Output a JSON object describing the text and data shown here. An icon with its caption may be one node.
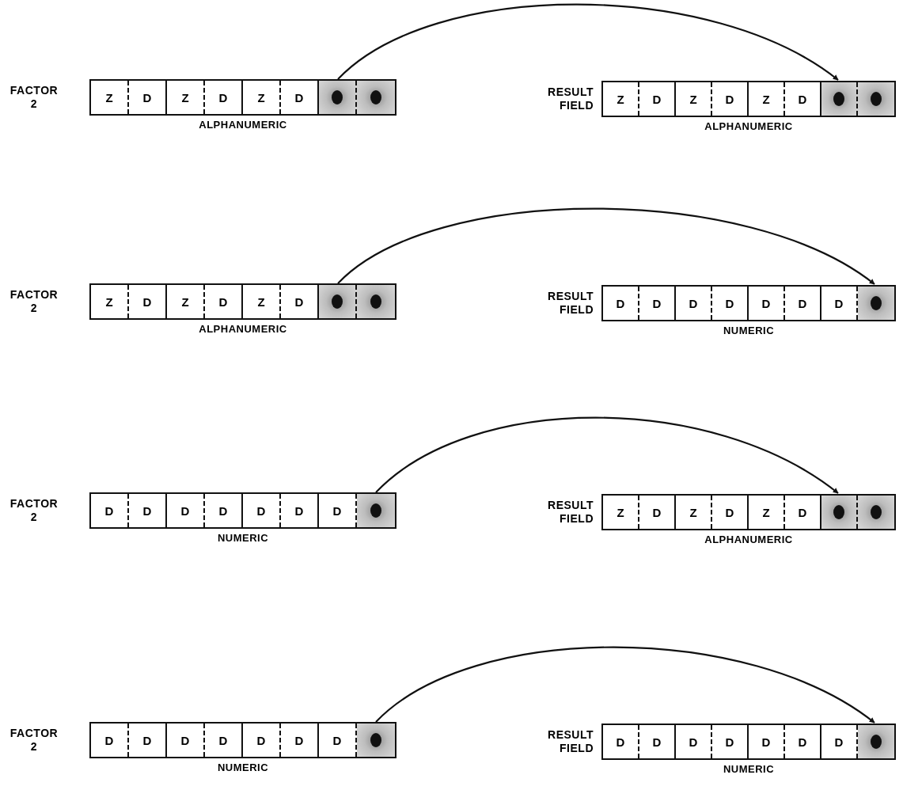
{
  "diagram": {
    "nodes": [
      {
        "text": [
          "FACTOR 2"
        ],
        "beside": [
          "ALPHANUMERIC"
        ]
      },
      {
        "text": [
          "Z"
        ],
        "in": 0
      },
      {
        "text": [
          "D"
        ],
        "in": 0
      },
      {
        "text": [
          "Z"
        ],
        "in": 0
      },
      {
        "text": [
          "D"
        ],
        "in": 0
      },
      {
        "text": [
          "Z"
        ],
        "in": 0
      },
      {
        "text": [
          "D"
        ],
        "in": 0
      },
      {
        "text": [],
        "shape": "box",
        "in": 0
      },
      {
        "text": [],
        "shape": "box",
        "in": 0
      },
      {
        "text": [
          "RESULT FIELD"
        ],
        "beside": [
          "ALPHANUMERIC"
        ]
      },
      {
        "text": [
          "Z"
        ],
        "in": 9
      },
      {
        "text": [
          "D"
        ],
        "in": 9
      },
      {
        "text": [
          "Z"
        ],
        "in": 9
      },
      {
        "text": [
          "D"
        ],
        "in": 9
      },
      {
        "text": [
          "Z"
        ],
        "in": 9
      },
      {
        "text": [
          "D"
        ],
        "in": 9
      },
      {
        "text": [],
        "shape": "box",
        "in": 9
      },
      {
        "text": [],
        "shape": "box",
        "in": 9
      },
      {
        "text": [
          "FACTOR 2"
        ],
        "beside": [
          "ALPHANUMERIC"
        ]
      },
      {
        "text": [
          "Z"
        ],
        "in": 18
      },
      {
        "text": [
          "D"
        ],
        "in": 18
      },
      {
        "text": [
          "Z"
        ],
        "in": 18
      },
      {
        "text": [
          "D"
        ],
        "in": 18
      },
      {
        "text": [
          "Z"
        ],
        "in": 18
      },
      {
        "text": [
          "D"
        ],
        "in": 18
      },
      {
        "text": [],
        "shape": "box",
        "in": 18
      },
      {
        "text": [],
        "shape": "box",
        "in": 18
      },
      {
        "text": [
          "RESULT FIELD"
        ],
        "beside": [
          "NUMERIC"
        ]
      },
      {
        "text": [
          "D"
        ],
        "in": 27
      },
      {
        "text": [
          "D"
        ],
        "in": 27
      },
      {
        "text": [
          "D"
        ],
        "in": 27
      },
      {
        "text": [
          "D"
        ],
        "in": 27
      },
      {
        "text": [
          "D"
        ],
        "in": 27
      },
      {
        "text": [
          "D"
        ],
        "in": 27
      },
      {
        "text": [
          "D"
        ],
        "in": 27
      },
      {
        "text": [],
        "shape": "box",
        "in": 27
      },
      {
        "text": [
          "FACTOR 2"
        ],
        "beside": [
          "NUMERIC"
        ]
      },
      {
        "text": [
          "D"
        ],
        "in": 36
      },
      {
        "text": [
          "D"
        ],
        "in": 36
      },
      {
        "text": [
          "D"
        ],
        "in": 36
      },
      {
        "text": [
          "D"
        ],
        "in": 36
      },
      {
        "text": [
          "D"
        ],
        "in": 36
      },
      {
        "text": [
          "D"
        ],
        "in": 36
      },
      {
        "text": [
          "D"
        ],
        "in": 36
      },
      {
        "text": [],
        "shape": "box",
        "in": 36
      },
      {
        "text": [
          "RESULT FIELD"
        ],
        "beside": [
          "ALPHANUMERIC"
        ]
      },
      {
        "text": [
          "Z"
        ],
        "in": 45
      },
      {
        "text": [
          "D"
        ],
        "in": 45
      },
      {
        "text": [
          "Z"
        ],
        "in": 45
      },
      {
        "text": [
          "D"
        ],
        "in": 45
      },
      {
        "text": [
          "Z"
        ],
        "in": 45
      },
      {
        "text": [
          "D"
        ],
        "in": 45
      },
      {
        "text": [],
        "shape": "box",
        "in": 45
      },
      {
        "text": [],
        "shape": "box",
        "in": 45
      },
      {
        "text": [
          "FACTOR 2"
        ],
        "beside": [
          "NUMERIC"
        ]
      },
      {
        "text": [
          "D"
        ],
        "in": 54
      },
      {
        "text": [
          "D"
        ],
        "in": 54
      },
      {
        "text": [
          "D"
        ],
        "in": 54
      },
      {
        "text": [
          "D"
        ],
        "in": 54
      },
      {
        "text": [
          "D"
        ],
        "in": 54
      },
      {
        "text": [
          "D"
        ],
        "in": 54
      },
      {
        "text": [
          "D"
        ],
        "in": 54
      },
      {
        "text": [],
        "shape": "box",
        "in": 54
      },
      {
        "text": [
          "RESULT FIELD"
        ],
        "beside": [
          "NUMERIC"
        ]
      },
      {
        "text": [
          "D"
        ],
        "in": 63
      },
      {
        "text": [
          "D"
        ],
        "in": 63
      },
      {
        "text": [
          "D"
        ],
        "in": 63
      },
      {
        "text": [
          "D"
        ],
        "in": 63
      },
      {
        "text": [
          "D"
        ],
        "in": 63
      },
      {
        "text": [
          "D"
        ],
        "in": 63
      },
      {
        "text": [
          "D"
        ],
        "in": 63
      },
      {
        "text": [],
        "shape": "box",
        "in": 63
      }
    ],
    "edges": [
      {
        "from": 7,
        "to": 16,
        "arrow": "to"
      },
      {
        "from": 25,
        "to": 35,
        "arrow": "to"
      },
      {
        "from": 44,
        "to": 52,
        "arrow": "to"
      },
      {
        "from": 62,
        "to": 71,
        "arrow": "to"
      }
    ]
  }
}
